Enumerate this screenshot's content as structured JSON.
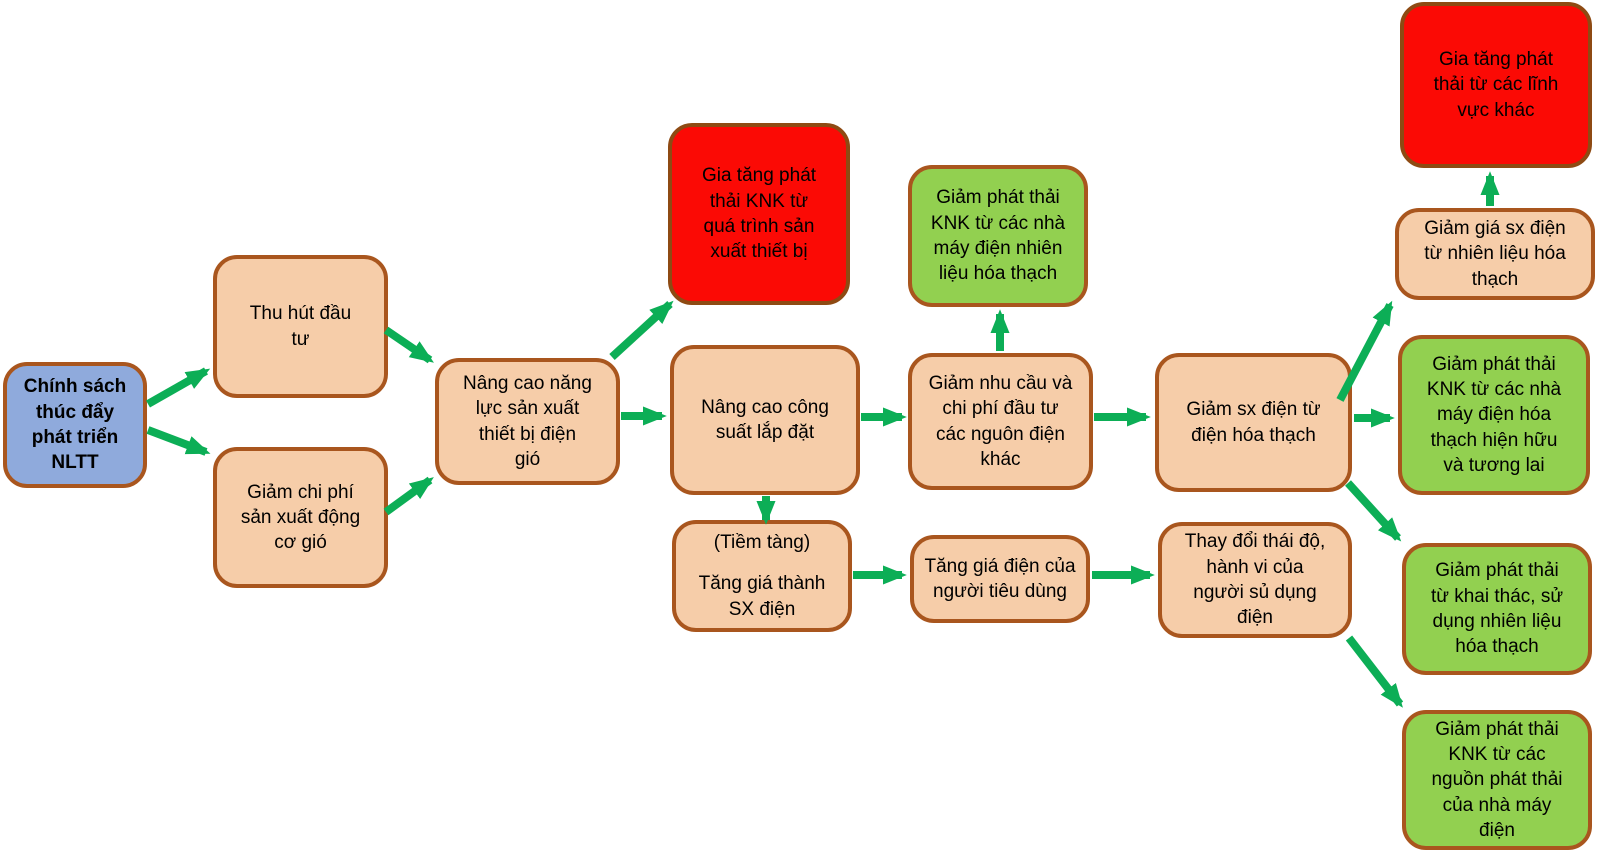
{
  "diagram": {
    "type": "flowchart",
    "language": "Vietnamese",
    "topic": "Impact pathways of renewable energy (NLTT) development policy on GHG emissions",
    "colors": {
      "box_border": "#A9561E",
      "red_box_border": "#8E4A13",
      "peach_fill": "#F6CDA9",
      "green_fill": "#92D050",
      "red_fill": "#FB0A05",
      "blue_fill": "#8FAADC",
      "arrow_green": "#0CAE56",
      "text": "#000000",
      "background": "#FFFFFF"
    },
    "nodes": {
      "policy": {
        "label": "Chính sách\nthúc đẩy\nphát triển\nNLTT",
        "color": "blue"
      },
      "attract": {
        "label": "Thu hút đầu\ntư",
        "color": "peach"
      },
      "cost": {
        "label": "Giảm chi phí\nsản xuất động\ncơ gió",
        "color": "peach"
      },
      "capacity": {
        "label": "Nâng cao năng\nlực sản xuất\nthiết bị điện\ngió",
        "color": "peach"
      },
      "ghg_mfg": {
        "label": "Gia tăng phát\nthải KNK từ\nquá trình sản\nxuất thiết bị",
        "color": "red"
      },
      "installed": {
        "label": "Nâng cao công\nsuất lắp đặt",
        "color": "peach"
      },
      "potential": {
        "line1": "(Tiềm tàng)",
        "line2": "Tăng giá thành\nSX điện",
        "color": "peach"
      },
      "ghg_plants": {
        "label": "Giảm phát thải\nKNK từ các nhà\nmáy điện nhiên\nliệu hóa thạch",
        "color": "green"
      },
      "demand": {
        "label": "Giảm nhu cầu và\nchi phí đầu tư\ncác nguôn điện\nkhác",
        "color": "peach"
      },
      "price_consumer": {
        "label": "Tăng giá điện của\nngười tiêu dùng",
        "color": "peach"
      },
      "reduce_fossil": {
        "label": "Giảm sx điện từ\nđiện hóa thạch",
        "color": "peach"
      },
      "behavior": {
        "label": "Thay đổi thái độ,\nhành vi của\nngười sủ dụng\nđiện",
        "color": "peach"
      },
      "ghg_other": {
        "label": "Gia tăng phát\nthải từ các lĩnh\nvực khác",
        "color": "red"
      },
      "price_fossil": {
        "label": "Giảm giá sx điện\ntừ nhiên liệu hóa\nthạch",
        "color": "peach"
      },
      "ghg_existing": {
        "label": "Giảm phát thải\nKNK từ các nhà\nmáy điện hóa\nthạch hiện hữu\nvà tương lai",
        "color": "green"
      },
      "ghg_extract": {
        "label": "Giảm phát thải\ntừ khai thác, sử\ndụng nhiên liệu\nhóa thạch",
        "color": "green"
      },
      "ghg_sources": {
        "label": "Giảm phát thải\nKNK từ các\nnguồn phát thải\ncủa nhà máy\nđiện",
        "color": "green"
      }
    },
    "edges": [
      {
        "from": "policy",
        "to": "attract"
      },
      {
        "from": "policy",
        "to": "cost"
      },
      {
        "from": "attract",
        "to": "capacity"
      },
      {
        "from": "cost",
        "to": "capacity"
      },
      {
        "from": "capacity",
        "to": "ghg_mfg"
      },
      {
        "from": "capacity",
        "to": "installed"
      },
      {
        "from": "installed",
        "to": "demand"
      },
      {
        "from": "installed",
        "to": "potential"
      },
      {
        "from": "demand",
        "to": "ghg_plants"
      },
      {
        "from": "demand",
        "to": "reduce_fossil"
      },
      {
        "from": "potential",
        "to": "price_consumer"
      },
      {
        "from": "price_consumer",
        "to": "behavior"
      },
      {
        "from": "reduce_fossil",
        "to": "price_fossil"
      },
      {
        "from": "price_fossil",
        "to": "ghg_other"
      },
      {
        "from": "reduce_fossil",
        "to": "ghg_existing"
      },
      {
        "from": "reduce_fossil",
        "to": "ghg_extract"
      },
      {
        "from": "behavior",
        "to": "ghg_sources"
      }
    ]
  }
}
